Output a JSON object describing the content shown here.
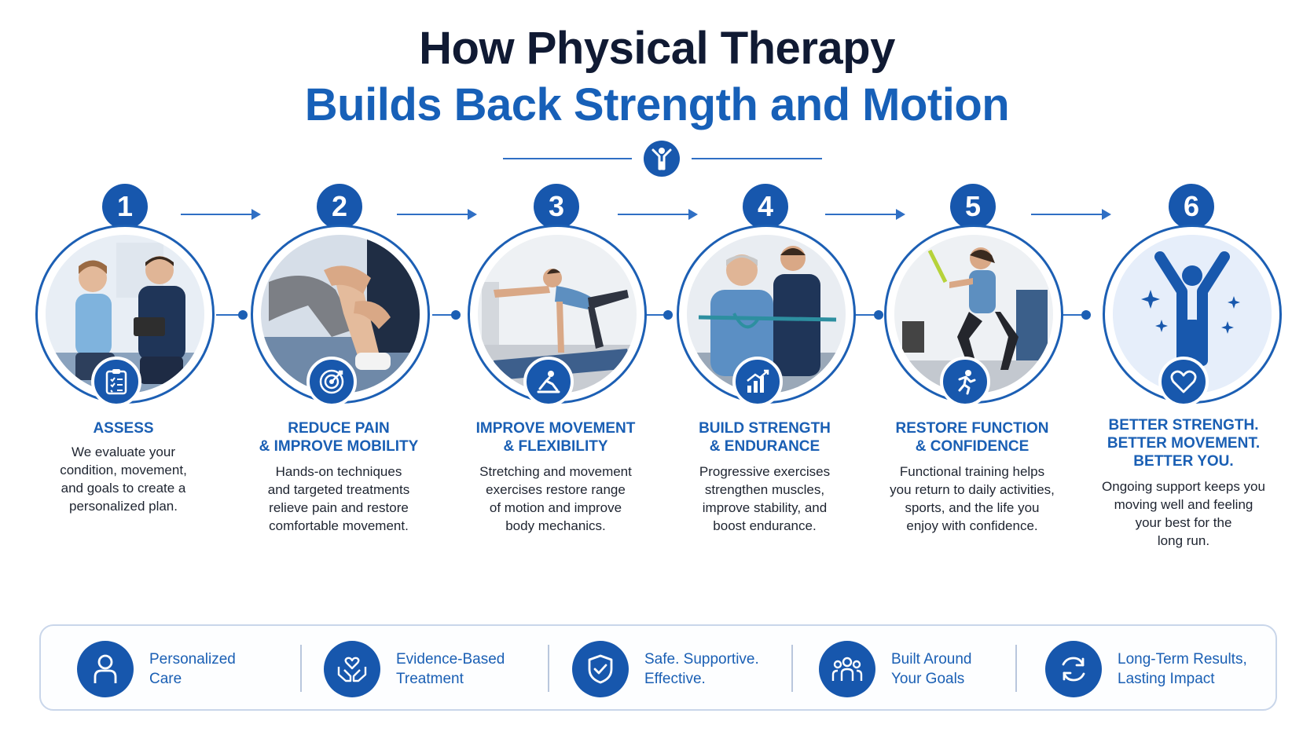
{
  "header": {
    "title_line1": "How Physical Therapy",
    "title_line2": "Builds Back Strength and Motion"
  },
  "colors": {
    "navy": "#101a33",
    "brand_blue": "#1760b8",
    "badge_blue": "#1757ad",
    "border_gray": "#c9d6ea"
  },
  "steps": [
    {
      "number": "1",
      "title_line1": "ASSESS",
      "title_line2": "",
      "desc_lines": [
        "We evaluate your",
        "condition, movement,",
        "and goals to create a",
        "personalized plan."
      ],
      "icon": "clipboard-checklist-icon",
      "photo": "therapist-consultation-photo"
    },
    {
      "number": "2",
      "title_line1": "REDUCE PAIN",
      "title_line2": "& IMPROVE MOBILITY",
      "desc_lines": [
        "Hands-on techniques",
        "and targeted treatments",
        "relieve pain and restore",
        "comfortable movement."
      ],
      "icon": "target-icon",
      "photo": "knee-manual-therapy-photo"
    },
    {
      "number": "3",
      "title_line1": "IMPROVE MOVEMENT",
      "title_line2": "& FLEXIBILITY",
      "desc_lines": [
        "Stretching and movement",
        "exercises restore range",
        "of motion and improve",
        "body mechanics."
      ],
      "icon": "stretching-figure-icon",
      "photo": "bird-dog-exercise-photo"
    },
    {
      "number": "4",
      "title_line1": "BUILD STRENGTH",
      "title_line2": "& ENDURANCE",
      "desc_lines": [
        "Progressive exercises",
        "strengthen muscles,",
        "improve stability, and",
        "boost endurance."
      ],
      "icon": "bar-chart-growth-icon",
      "photo": "resistance-band-photo"
    },
    {
      "number": "5",
      "title_line1": "RESTORE FUNCTION",
      "title_line2": "& CONFIDENCE",
      "desc_lines": [
        "Functional training helps",
        "you return to daily activities,",
        "sports, and the life you",
        "enjoy with confidence."
      ],
      "icon": "running-figure-icon",
      "photo": "squat-training-photo"
    },
    {
      "number": "6",
      "title_line1": "BETTER STRENGTH.",
      "title_line2": "BETTER MOVEMENT.",
      "title_line3": "BETTER YOU.",
      "desc_lines": [
        "Ongoing support keeps you",
        "moving well and feeling",
        "your best for the",
        "long run."
      ],
      "icon": "heart-icon",
      "photo": "celebrating-figure-illustration"
    }
  ],
  "features": [
    {
      "line1": "Personalized",
      "line2": "Care",
      "icon": "person-icon"
    },
    {
      "line1": "Evidence-Based",
      "line2": "Treatment",
      "icon": "hands-heart-icon"
    },
    {
      "line1": "Safe. Supportive.",
      "line2": "Effective.",
      "icon": "shield-check-icon"
    },
    {
      "line1": "Built Around",
      "line2": "Your Goals",
      "icon": "group-people-icon"
    },
    {
      "line1": "Long-Term Results,",
      "line2": "Lasting Impact",
      "icon": "refresh-cycle-icon"
    }
  ]
}
